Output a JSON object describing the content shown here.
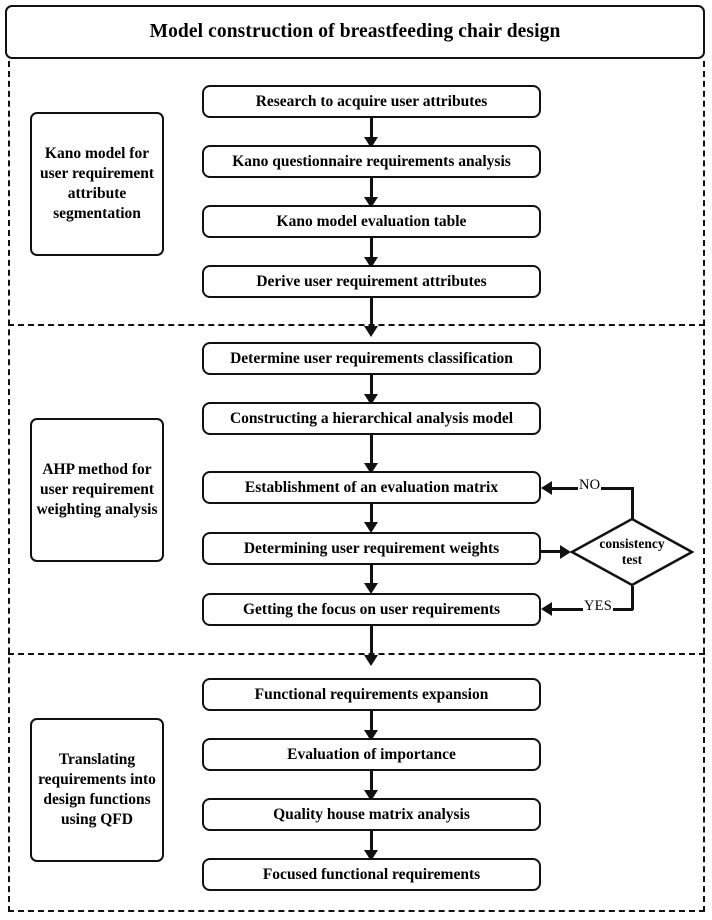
{
  "title": {
    "text": "Model construction of breastfeeding chair design"
  },
  "phases": [
    {
      "id": "kano",
      "label": "Kano model for user requirement attribute segmentation",
      "steps": [
        "Research to acquire user attributes",
        "Kano questionnaire requirements analysis",
        "Kano model evaluation table",
        "Derive user requirement attributes"
      ]
    },
    {
      "id": "ahp",
      "label": "AHP method for user requirement weighting analysis",
      "steps": [
        "Determine user requirements classification",
        "Constructing a hierarchical analysis model",
        "Establishment of an evaluation matrix",
        "Determining user requirement weights",
        "Getting the focus on user requirements"
      ]
    },
    {
      "id": "qfd",
      "label": "Translating requirements into design functions using QFD",
      "steps": [
        "Functional requirements expansion",
        "Evaluation of importance",
        "Quality house matrix analysis",
        "Focused functional requirements"
      ]
    }
  ],
  "decision": {
    "label_line1": "consistency",
    "label_line2": "test",
    "branch_no": "NO",
    "branch_yes": "YES"
  },
  "colors": {
    "stroke": "#111111",
    "background": "#ffffff",
    "text": "#000000"
  }
}
